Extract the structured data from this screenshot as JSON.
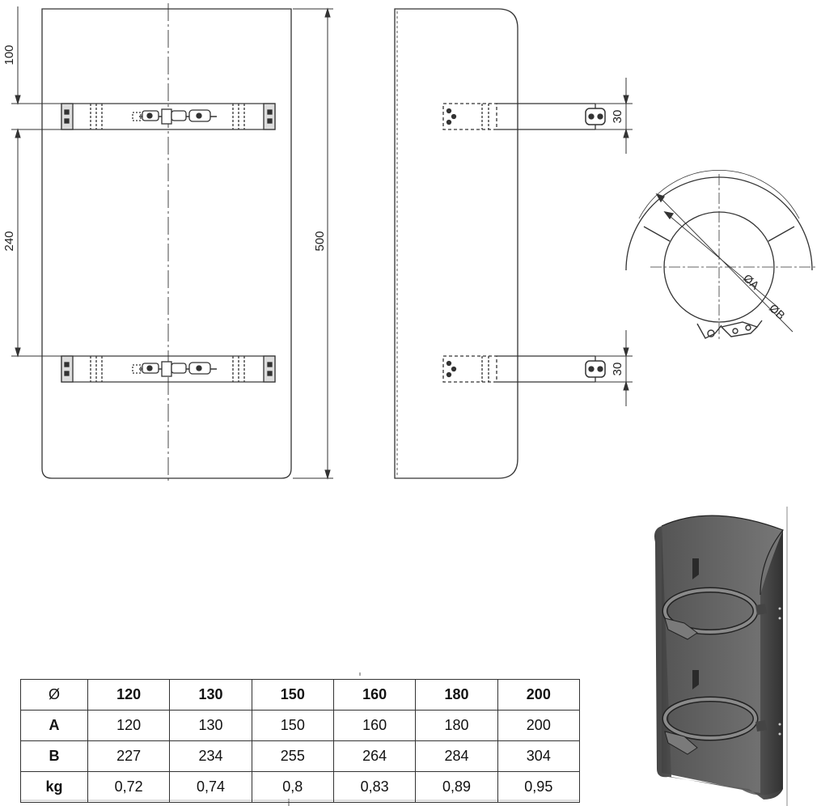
{
  "dimensions": {
    "top_offset": "100",
    "clamp_spacing": "240",
    "total_height": "500",
    "band_width_upper": "30",
    "band_width_lower": "30"
  },
  "circle_labels": {
    "inner_diameter": "ØA",
    "outer_diameter": "ØB"
  },
  "table": {
    "header": [
      "Ø",
      "120",
      "130",
      "150",
      "160",
      "180",
      "200"
    ],
    "rows": [
      {
        "label": "A",
        "values": [
          "120",
          "130",
          "150",
          "160",
          "180",
          "200"
        ]
      },
      {
        "label": "B",
        "values": [
          "227",
          "234",
          "255",
          "264",
          "284",
          "304"
        ]
      },
      {
        "label": "kg",
        "values": [
          "0,72",
          "0,74",
          "0,8",
          "0,83",
          "0,89",
          "0,95"
        ]
      }
    ]
  }
}
